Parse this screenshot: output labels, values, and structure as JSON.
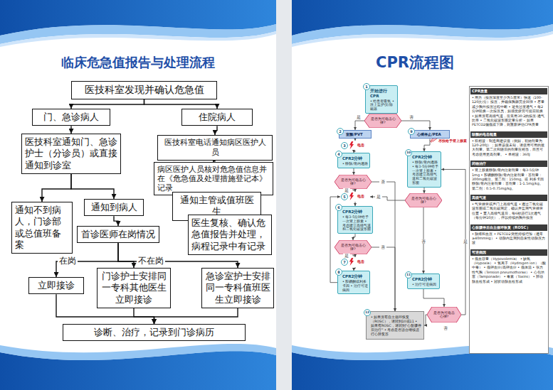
{
  "diagram": {
    "nodes": [
      {
        "text": [
          "临床危急值报告与处理流程"
        ]
      },
      {
        "text": [
          "医技科室发现并确认危急值"
        ],
        "in": 0
      },
      {
        "text": [
          "门、急诊病人"
        ],
        "in": 0
      },
      {
        "text": [
          "住院病人"
        ],
        "in": 0
      },
      {
        "text": [
          "医技科室通知门、急诊护士（分诊员）或直接通知到诊室"
        ],
        "in": 0
      },
      {
        "text": [
          "医技科室电话通知病区医护人员"
        ],
        "in": 0
      },
      {
        "text": [
          "病区医护人员核对危急值信息并在《危急值及处理措施登记本》记录"
        ],
        "in": 0
      },
      {
        "text": [
          "通知到病人"
        ],
        "in": 0
      },
      {
        "text": [
          "通知不到病人，门诊部或总值班备案"
        ],
        "in": 0
      },
      {
        "text": [
          "通知主管或值班医生"
        ],
        "in": 0
      },
      {
        "text": [
          "首诊医师在岗情况"
        ],
        "in": 0
      },
      {
        "text": [
          "医生复核、确认危急值报告并处理，病程记录中有记录"
        ],
        "in": 0
      },
      {
        "text": [
          "立即接诊"
        ],
        "in": 0
      },
      {
        "text": [
          "门诊护士安排同一专科其他医生立即接诊"
        ],
        "in": 0
      },
      {
        "text": [
          "急诊室护士安排同一专科值班医生立即接诊"
        ],
        "in": 0
      },
      {
        "text": [
          "诊断、治疗，记录到门诊病历"
        ],
        "in": 0
      },
      {
        "text": [
          "CPR流程图"
        ]
      },
      {
        "text": [
          "1",
          "开始进行CPR",
          "• 给患者吸氧 • 连上监护仪/除颤器"
        ],
        "in": 16
      },
      {
        "text": [
          "是否为可电击心律?"
        ],
        "in": 16
      },
      {
        "text": [
          "2",
          "室颤/PVT"
        ],
        "in": 16
      },
      {
        "text": [
          "9",
          "心搏停止/PEA"
        ],
        "in": 16
      },
      {
        "text": [
          "3",
          "电击"
        ],
        "in": 16
      },
      {
        "text": [
          "4",
          "CPR2分钟",
          "• 静脉/骨内通路"
        ],
        "in": 16
      },
      {
        "text": [
          "是否为可电击心律?"
        ],
        "in": 16
      },
      {
        "text": [
          "5",
          "电击"
        ],
        "in": 16
      },
      {
        "text": [
          "6",
          "CPR2分钟",
          "• 每3-5分钟给予一次肾上腺素 • 考虑建立高级气道和二氧化碳波形图"
        ],
        "in": 16
      },
      {
        "text": [
          "是否为可电击心律?"
        ],
        "in": 16
      },
      {
        "text": [
          "7",
          "电击"
        ],
        "in": 16
      },
      {
        "text": [
          "8",
          "CPR2分钟",
          "• 胺碘酮或利多卡因 • 治疗可逆病因"
        ],
        "in": 16
      },
      {
        "text": [
          "10",
          "CPR2分钟",
          "• 静脉/骨内通路 • 每3-5分钟给予一次肾上腺素 • 考虑建立高级气道和二氧化碳波形图"
        ],
        "in": 16
      },
      {
        "text": [
          "是否为可电击心律?"
        ],
        "in": 16
      },
      {
        "text": [
          "11",
          "CPR2分钟",
          "• 治疗可逆病因"
        ],
        "in": 16
      },
      {
        "text": [
          "是否为可电击心律?"
        ],
        "in": 16
      },
      {
        "text": [
          "12",
          "• 如果没有自主循环恢复（ROSC），请转到10或11 • 如果有ROSC，请转到“心脏骤停后治疗” • 考虑是否适合继续进行心肺复苏"
        ],
        "in": 16
      },
      {
        "text": [
          "CPR质量",
          "• 用力（按压深度至少为5厘米）快速（100-120次/分）按压，并确保胸廓完全回弹 • 尽量减少胸外按压过程中断 • 避免过度通气 • 每2分钟轮换一次按压员，如感觉疲劳可提前轮换 • 如果没有高级气道，应采用30:2的按压-通气比率 • 二氧化碳波形图定量分析 – 如果PETCO2偏低或下降，则重新评估CPR质量"
        ],
        "in": 16
      },
      {
        "text": [
          "除颤的电击能量",
          "• 双相波：制造商建议值（例如，初始剂量为120-200J）；如果该值未知，请使用可用的最大剂量。第二次和随后的剂量应相当，而且可考虑使用更高剂量。 • 单相波：360J"
        ],
        "in": 16
      },
      {
        "text": [
          "药物治疗",
          "• 肾上腺素静脉/骨内注射剂量：每3-5分钟1mg • 胺碘酮静脉/骨内注射剂量：首剂量：300mg推注。第二剂：150mg。或 利多卡因静脉/骨内注射剂量：首剂量：1-1.5mg/kg。第二剂：0.5-0.75mg/kg。"
        ],
        "in": 16
      },
      {
        "text": [
          "高级气道",
          "• 气管插管或声门上高级气道 • 通过二氧化碳波形图或二氧化碳测定，确认并监测气管插管位置 • 置入高级气道后，每6秒进行1次通气（每分钟10次），伴以持续的胸外按压"
        ],
        "in": 16
      },
      {
        "text": [
          "心脏骤停后自主循环恢复（ROSC）",
          "• 脉搏和血压 • PETCO2突然持续增加（通常≥40mmHg） • 动脉内监测到自发性动脉压力波"
        ],
        "in": 16
      },
      {
        "text": [
          "可逆病因",
          "• 低血容量（Hypovolemia） • 缺氧（Hypoxia） • 氢离子（Hydrogen ion）（酸中毒） • 低钾血症/高钾血症 • 低体温 • 张力性气胸（Tension pneumothorax） • 心包填塞（Tamponade） • 毒素（Toxins） • 肺动脉血栓形成 • 冠状动脉血栓形成"
        ],
        "in": 16
      }
    ],
    "edges": [
      {
        "from": 1,
        "to": 2,
        "arrow": "to"
      },
      {
        "from": 1,
        "to": 3,
        "arrow": "to"
      },
      {
        "from": 2,
        "to": 4,
        "arrow": "to"
      },
      {
        "from": 3,
        "to": 5,
        "arrow": "to"
      },
      {
        "from": 5,
        "to": 6,
        "arrow": "to"
      },
      {
        "from": 6,
        "to": 9,
        "arrow": "to"
      },
      {
        "from": 9,
        "to": 11,
        "arrow": "to"
      },
      {
        "from": 4,
        "to": 7,
        "arrow": "to"
      },
      {
        "from": 4,
        "to": 8,
        "arrow": "to"
      },
      {
        "from": 7,
        "to": 10,
        "arrow": "to"
      },
      {
        "from": 10,
        "to": 12,
        "label": "在岗",
        "arrow": "to"
      },
      {
        "from": 10,
        "to": 13,
        "label": "不在岗",
        "arrow": "to"
      },
      {
        "from": 10,
        "to": 14,
        "arrow": "to"
      },
      {
        "from": 12,
        "to": 15,
        "arrow": "to"
      },
      {
        "from": 13,
        "to": 15,
        "arrow": "to"
      },
      {
        "from": 14,
        "to": 15,
        "arrow": "to"
      },
      {
        "from": 17,
        "to": 18,
        "arrow": "to"
      },
      {
        "from": 18,
        "to": 19,
        "label": "是",
        "arrow": "to"
      },
      {
        "from": 18,
        "to": 20,
        "label": "否",
        "arrow": "to"
      },
      {
        "from": 19,
        "to": 21,
        "arrow": "to"
      },
      {
        "from": 21,
        "to": 22,
        "arrow": "to"
      },
      {
        "from": 22,
        "to": 23,
        "arrow": "to"
      },
      {
        "from": 23,
        "to": 24,
        "label": "是",
        "arrow": "to"
      },
      {
        "from": 24,
        "to": 25,
        "arrow": "to"
      },
      {
        "from": 25,
        "to": 26,
        "arrow": "to"
      },
      {
        "from": 26,
        "to": 27,
        "label": "是",
        "arrow": "to"
      },
      {
        "from": 27,
        "to": 28,
        "arrow": "to"
      },
      {
        "from": 28,
        "to": 24,
        "arrow": "to"
      },
      {
        "from": 23,
        "to": 33,
        "label": "否",
        "arrow": "to"
      },
      {
        "from": 26,
        "to": 33,
        "label": "否",
        "arrow": "to"
      },
      {
        "from": 20,
        "to": 29,
        "arrow": "to"
      },
      {
        "from": 29,
        "to": 30,
        "arrow": "to"
      },
      {
        "from": 30,
        "to": 31,
        "label": "否",
        "arrow": "to"
      },
      {
        "from": 30,
        "to": 24,
        "label": "是",
        "arrow": "to"
      },
      {
        "from": 31,
        "to": 32,
        "arrow": "to"
      },
      {
        "from": 32,
        "to": 33,
        "label": "否",
        "arrow": "to"
      },
      {
        "from": 32,
        "to": 29,
        "label": "是",
        "arrow": "to"
      }
    ],
    "labels": [
      "尽快给予肾上腺素"
    ]
  }
}
